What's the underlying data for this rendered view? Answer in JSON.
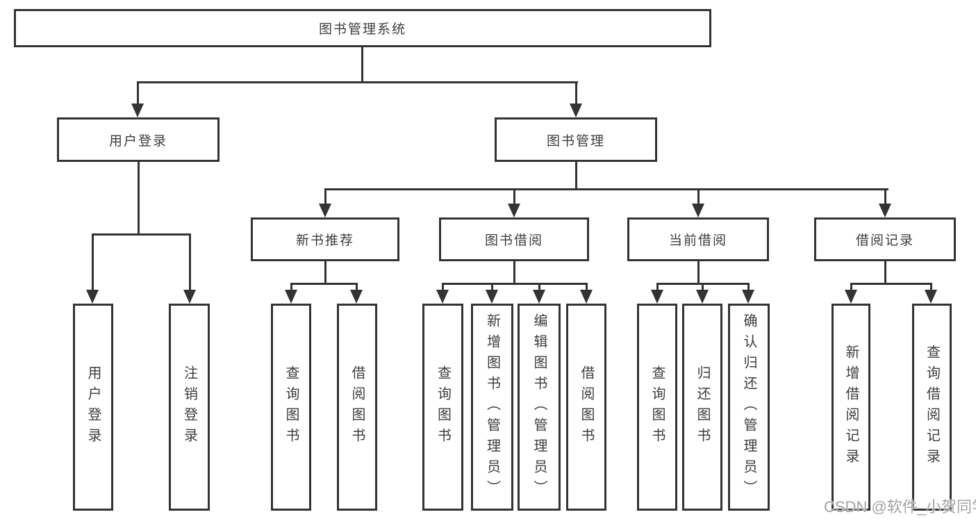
{
  "diagram_type": "hierarchy-tree",
  "colors": {
    "line": "#333333",
    "node_border": "#333333",
    "node_text": "#3d3d3d",
    "background": "#ffffff",
    "watermark_text": "#a3a3a3"
  },
  "tree": {
    "label": "图书管理系统",
    "children": [
      {
        "label": "用户登录",
        "children": [
          {
            "label": "用户登录"
          },
          {
            "label": "注销登录"
          }
        ]
      },
      {
        "label": "图书管理",
        "children": [
          {
            "label": "新书推荐",
            "children": [
              {
                "label": "查询图书"
              },
              {
                "label": "借阅图书"
              }
            ]
          },
          {
            "label": "图书借阅",
            "children": [
              {
                "label": "查询图书"
              },
              {
                "label": "新增图书（管理员）"
              },
              {
                "label": "编辑图书（管理员）"
              },
              {
                "label": "借阅图书"
              }
            ]
          },
          {
            "label": "当前借阅",
            "children": [
              {
                "label": "查询图书"
              },
              {
                "label": "归还图书"
              },
              {
                "label": "确认归还（管理员）"
              }
            ]
          },
          {
            "label": "借阅记录",
            "children": [
              {
                "label": "新增借阅记录"
              },
              {
                "label": "查询借阅记录"
              }
            ]
          }
        ]
      }
    ]
  },
  "watermark": {
    "text": "CSDN @软件_小贺同学"
  }
}
